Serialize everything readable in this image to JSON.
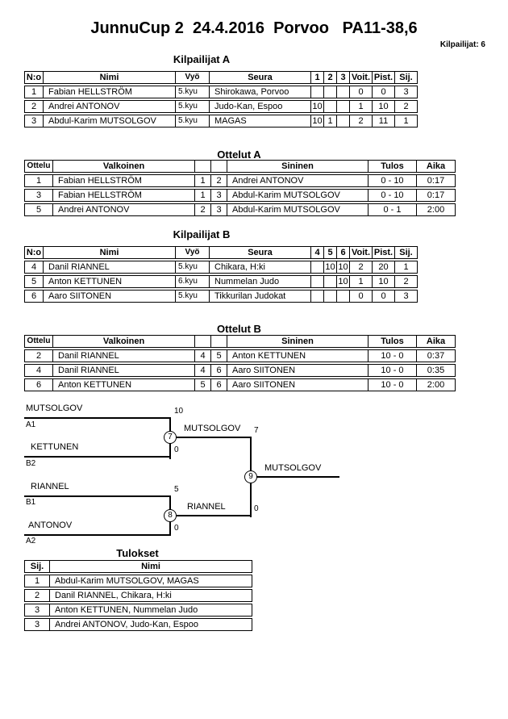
{
  "page": {
    "title": "JunnuCup 2  24.4.2016  Porvoo   PA11-38,6",
    "competitors_label": "Kilpailijat: 6"
  },
  "pool_a": {
    "heading": "Kilpailijat A",
    "headers": {
      "no": "N:o",
      "name": "Nimi",
      "belt": "Vyö",
      "club": "Seura",
      "m1": "1",
      "m2": "2",
      "m3": "3",
      "wins": "Voit.",
      "points": "Pist.",
      "place": "Sij."
    },
    "rows": [
      {
        "no": "1",
        "name": "Fabian HELLSTRÖM",
        "belt": "5.kyu",
        "club": "Shirokawa, Porvoo",
        "m1": "",
        "m2": "",
        "m3": "",
        "wins": "0",
        "points": "0",
        "place": "3"
      },
      {
        "no": "2",
        "name": "Andrei ANTONOV",
        "belt": "5.kyu",
        "club": "Judo-Kan, Espoo",
        "m1": "10",
        "m2": "",
        "m3": "",
        "wins": "1",
        "points": "10",
        "place": "2"
      },
      {
        "no": "3",
        "name": "Abdul-Karim MUTSOLGOV",
        "belt": "5.kyu",
        "club": "MAGAS",
        "m1": "10",
        "m2": "1",
        "m3": "",
        "wins": "2",
        "points": "11",
        "place": "1"
      }
    ]
  },
  "matches_a": {
    "heading": "Ottelut A",
    "headers": {
      "match": "Ottelu",
      "white": "Valkoinen",
      "white_no": "",
      "blue_no": "",
      "blue": "Sininen",
      "result": "Tulos",
      "time": "Aika"
    },
    "rows": [
      {
        "match": "1",
        "white": "Fabian HELLSTRÖM",
        "white_no": "1",
        "blue_no": "2",
        "blue": "Andrei ANTONOV",
        "result": "0 - 10",
        "time": "0:17"
      },
      {
        "match": "3",
        "white": "Fabian HELLSTRÖM",
        "white_no": "1",
        "blue_no": "3",
        "blue": "Abdul-Karim MUTSOLGOV",
        "result": "0 - 10",
        "time": "0:17"
      },
      {
        "match": "5",
        "white": "Andrei ANTONOV",
        "white_no": "2",
        "blue_no": "3",
        "blue": "Abdul-Karim MUTSOLGOV",
        "result": "0 - 1",
        "time": "2:00"
      }
    ]
  },
  "pool_b": {
    "heading": "Kilpailijat B",
    "headers": {
      "no": "N:o",
      "name": "Nimi",
      "belt": "Vyö",
      "club": "Seura",
      "m1": "4",
      "m2": "5",
      "m3": "6",
      "wins": "Voit.",
      "points": "Pist.",
      "place": "Sij."
    },
    "rows": [
      {
        "no": "4",
        "name": "Danil RIANNEL",
        "belt": "5.kyu",
        "club": "Chikara, H:ki",
        "m1": "",
        "m2": "10",
        "m3": "10",
        "wins": "2",
        "points": "20",
        "place": "1"
      },
      {
        "no": "5",
        "name": "Anton KETTUNEN",
        "belt": "6.kyu",
        "club": "Nummelan Judo",
        "m1": "",
        "m2": "",
        "m3": "10",
        "wins": "1",
        "points": "10",
        "place": "2"
      },
      {
        "no": "6",
        "name": "Aaro SIITONEN",
        "belt": "5.kyu",
        "club": "Tikkurilan Judokat",
        "m1": "",
        "m2": "",
        "m3": "",
        "wins": "0",
        "points": "0",
        "place": "3"
      }
    ]
  },
  "matches_b": {
    "heading": "Ottelut B",
    "headers": {
      "match": "Ottelu",
      "white": "Valkoinen",
      "white_no": "",
      "blue_no": "",
      "blue": "Sininen",
      "result": "Tulos",
      "time": "Aika"
    },
    "rows": [
      {
        "match": "2",
        "white": "Danil RIANNEL",
        "white_no": "4",
        "blue_no": "5",
        "blue": "Anton KETTUNEN",
        "result": "10 - 0",
        "time": "0:37"
      },
      {
        "match": "4",
        "white": "Danil RIANNEL",
        "white_no": "4",
        "blue_no": "6",
        "blue": "Aaro SIITONEN",
        "result": "10 - 0",
        "time": "0:35"
      },
      {
        "match": "6",
        "white": "Anton KETTUNEN",
        "white_no": "5",
        "blue_no": "6",
        "blue": "Aaro SIITONEN",
        "result": "10 - 0",
        "time": "2:00"
      }
    ]
  },
  "bracket": {
    "semi1": {
      "top_name": "MUTSOLGOV",
      "top_seed": "A1",
      "top_score": "10",
      "bottom_name": "KETTUNEN",
      "bottom_seed": "B2",
      "bottom_score": "0",
      "match_no": "7",
      "winner_name": "MUTSOLGOV",
      "winner_score": "7"
    },
    "semi2": {
      "top_name": "RIANNEL",
      "top_seed": "B1",
      "top_score": "5",
      "bottom_name": "ANTONOV",
      "bottom_seed": "A2",
      "bottom_score": "0",
      "match_no": "8",
      "winner_name": "RIANNEL",
      "winner_score": "0"
    },
    "final": {
      "match_no": "9",
      "winner_name": "MUTSOLGOV"
    }
  },
  "results": {
    "heading": "Tulokset",
    "headers": {
      "place": "Sij.",
      "name": "Nimi"
    },
    "rows": [
      {
        "place": "1",
        "name": "Abdul-Karim MUTSOLGOV, MAGAS"
      },
      {
        "place": "2",
        "name": "Danil RIANNEL, Chikara, H:ki"
      },
      {
        "place": "3",
        "name": "Anton KETTUNEN, Nummelan Judo"
      },
      {
        "place": "3",
        "name": "Andrei ANTONOV, Judo-Kan, Espoo"
      }
    ]
  }
}
